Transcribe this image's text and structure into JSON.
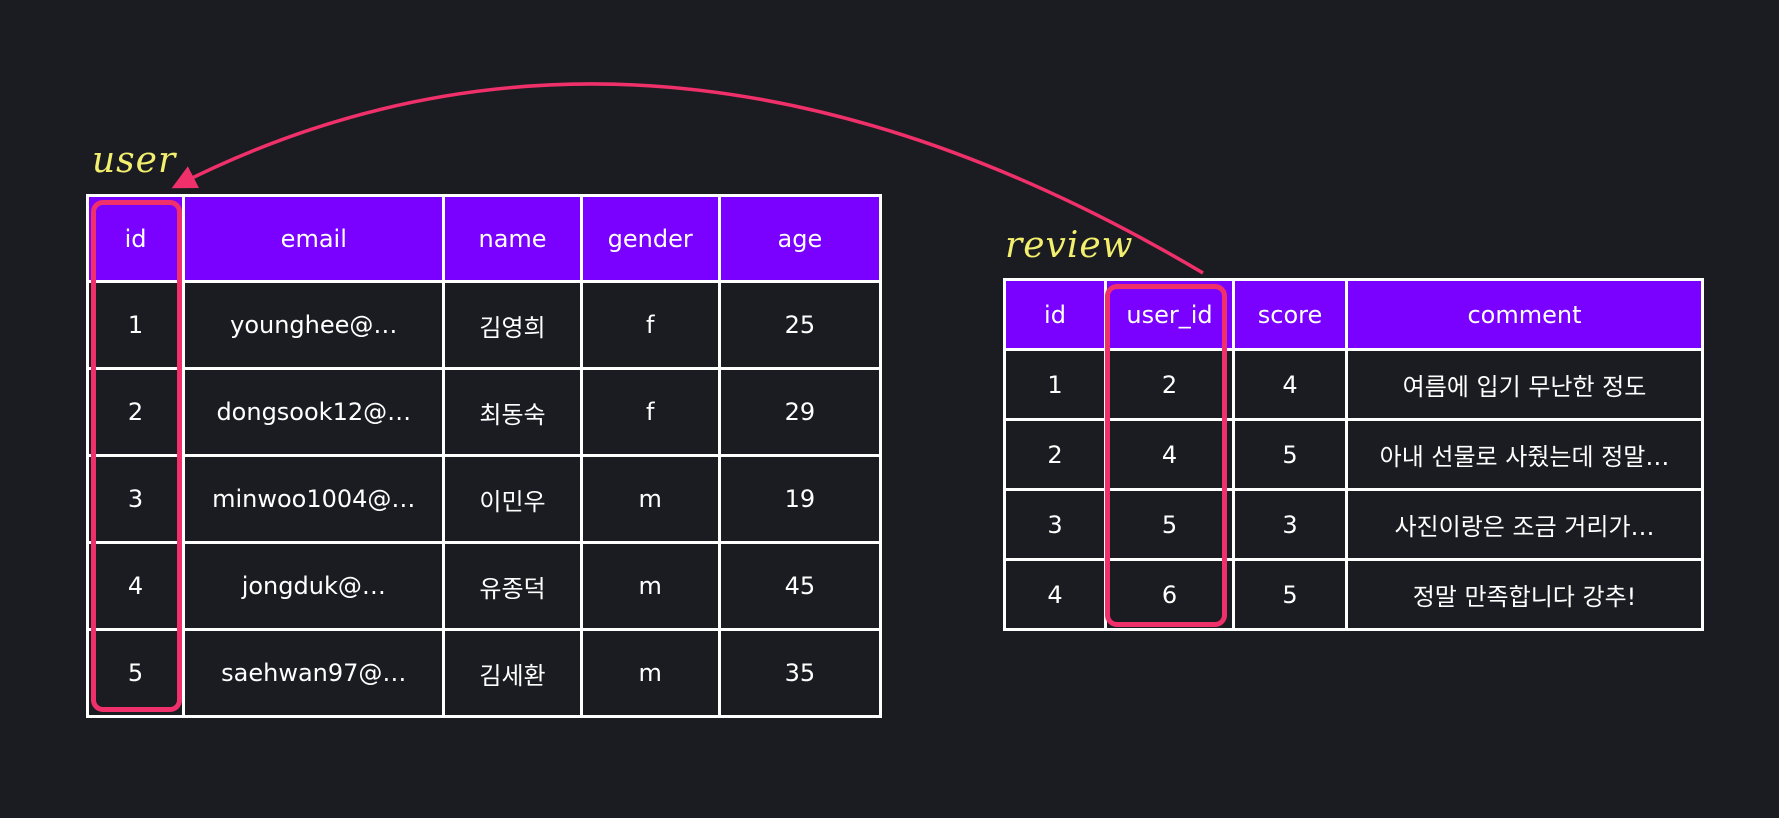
{
  "colors": {
    "background": "#1b1c21",
    "header": "#7a00ff",
    "border": "#ffffff",
    "highlight": "#f0306a",
    "label": "#f2ee6e"
  },
  "user_table": {
    "name": "user",
    "columns": [
      "id",
      "email",
      "name",
      "gender",
      "age"
    ],
    "rows": [
      [
        "1",
        "younghee@…",
        "김영희",
        "f",
        "25"
      ],
      [
        "2",
        "dongsook12@…",
        "최동숙",
        "f",
        "29"
      ],
      [
        "3",
        "minwoo1004@…",
        "이민우",
        "m",
        "19"
      ],
      [
        "4",
        "jongduk@…",
        "유종덕",
        "m",
        "45"
      ],
      [
        "5",
        "saehwan97@…",
        "김세환",
        "m",
        "35"
      ]
    ]
  },
  "review_table": {
    "name": "review",
    "columns": [
      "id",
      "user_id",
      "score",
      "comment"
    ],
    "rows": [
      [
        "1",
        "2",
        "4",
        "여름에 입기 무난한 정도"
      ],
      [
        "2",
        "4",
        "5",
        "아내 선물로 사줬는데 정말…"
      ],
      [
        "3",
        "5",
        "3",
        "사진이랑은 조금 거리가…"
      ],
      [
        "4",
        "6",
        "5",
        "정말 만족합니다 강추!"
      ]
    ]
  }
}
